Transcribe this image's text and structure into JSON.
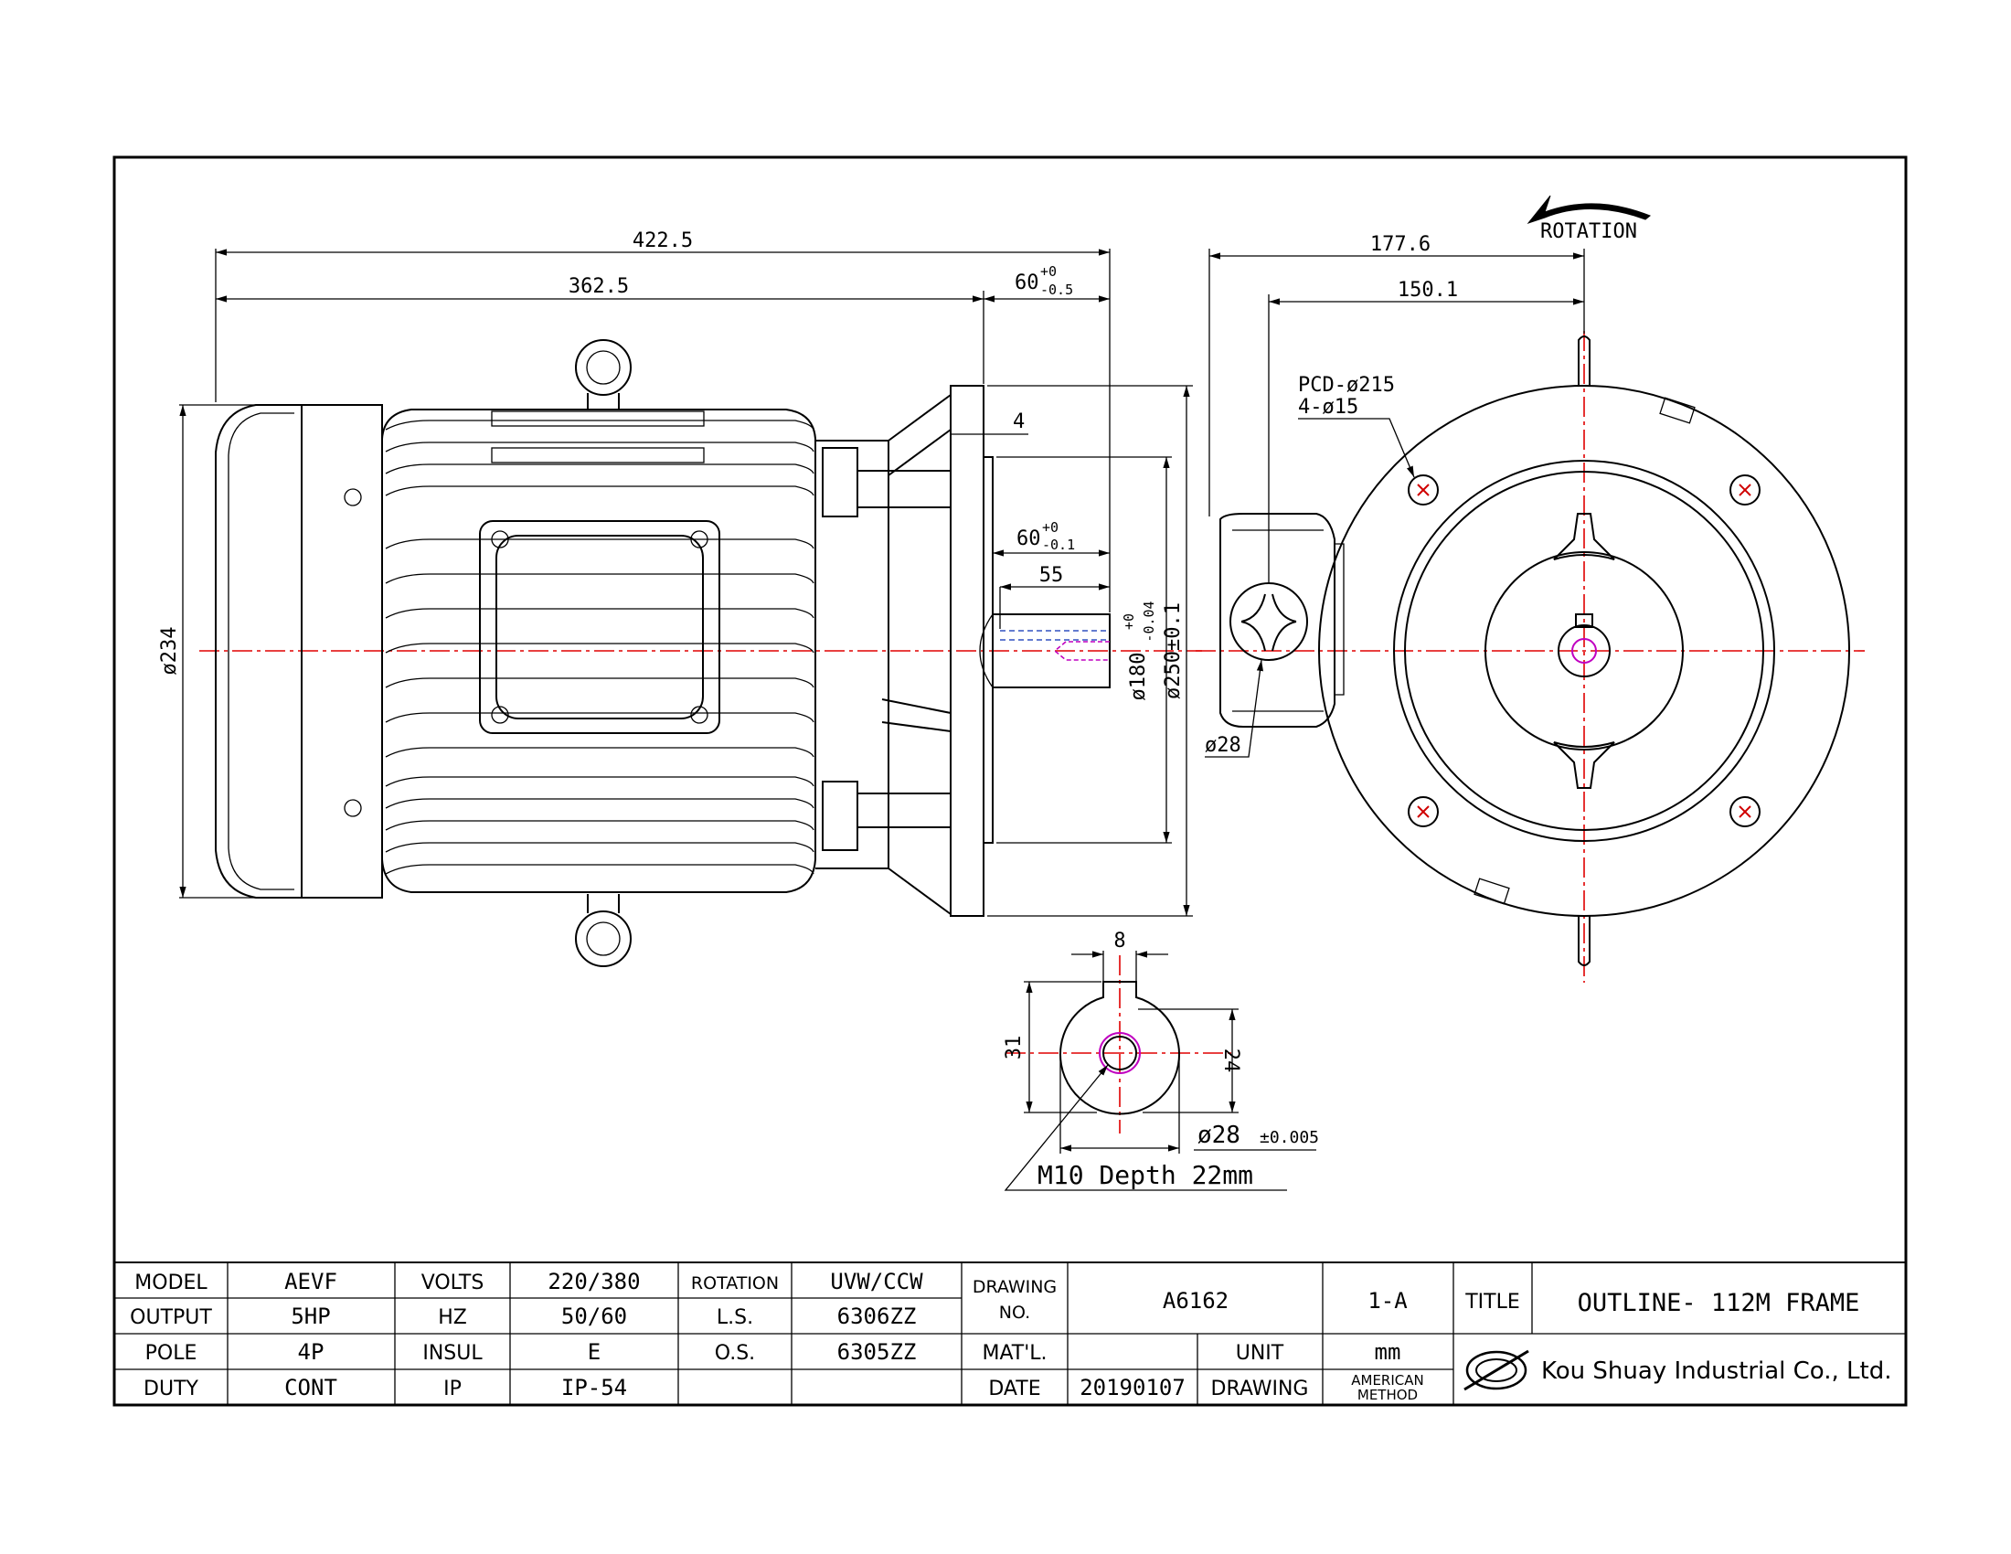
{
  "colors": {
    "line": "#000000",
    "centerline": "#e00000",
    "hidden": "#3050c0",
    "thread": "#c000c0"
  },
  "dimensions": {
    "overall_length": "422.5",
    "body_length": "362.5",
    "shaft_ext_tol": "60",
    "shaft_ext_tol_up": "+0",
    "shaft_ext_tol_low": "-0.5",
    "flange_gap": "4",
    "shaft_len": "60",
    "shaft_len_up": "+0",
    "shaft_len_low": "-0.1",
    "key_len": "55",
    "body_dia": "ø234",
    "spigot_dia": "ø180",
    "spigot_up": "+0",
    "spigot_low": "-0.04",
    "flange_dia": "ø250±0.1",
    "side_width": "177.6",
    "side_to_box": "150.1",
    "pcd": "PCD-ø215",
    "holes": "4-ø15",
    "cable_dia": "ø28",
    "rotation": "ROTATION",
    "key_width": "8",
    "key_height": "31",
    "shaft_flat": "24",
    "shaft_dia": "ø28",
    "shaft_dia_tol": "±0.005",
    "thread": "M10  Depth 22mm"
  },
  "title_block": {
    "model_label": "MODEL",
    "model": "AEVF",
    "output_label": "OUTPUT",
    "output": "5HP",
    "pole_label": "POLE",
    "pole": "4P",
    "duty_label": "DUTY",
    "duty": "CONT",
    "volts_label": "VOLTS",
    "volts": "220/380",
    "hz_label": "HZ",
    "hz": "50/60",
    "insul_label": "INSUL",
    "insul": "E",
    "ip_label": "IP",
    "ip": "IP-54",
    "rotation_label": "ROTATION",
    "rotation": "UVW/CCW",
    "ls_label": "L.S.",
    "ls": "6306ZZ",
    "os_label": "O.S.",
    "os": "6305ZZ",
    "drawing_no_label_1": "DRAWING",
    "drawing_no_label_2": "NO.",
    "drawing_no": "A6162",
    "revision": "1-A",
    "title_label": "TITLE",
    "title": "OUTLINE- 112M FRAME",
    "material_label": "MAT'L.",
    "unit_label": "UNIT",
    "unit": "mm",
    "date_label": "DATE",
    "date": "20190107",
    "drawing_label": "DRAWING",
    "method_1": "AMERICAN",
    "method_2": "METHOD",
    "company": "Kou Shuay Industrial Co., Ltd."
  }
}
